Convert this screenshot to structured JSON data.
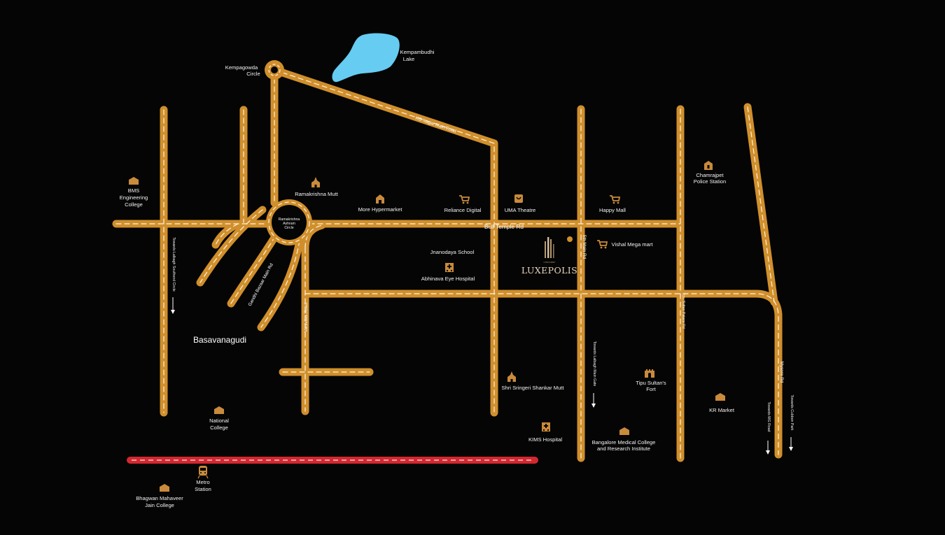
{
  "colors": {
    "background": "#050505",
    "road": "#d08f2c",
    "road_dash": "#fff3df",
    "metro_line": "#d3282f",
    "lake": "#66ccf2",
    "icon": "#c98a3c",
    "label": "#f2f2f2"
  },
  "project": {
    "name": "LUXEPOLIS",
    "developer": "CHOCOBEY"
  },
  "area": {
    "name": "Basavanagudi"
  },
  "roads": {
    "bull_temple": "Bull Temple Rd",
    "kg_nagar": "KG Nagar Main Road",
    "gandhi_bazaar": "Gandhi Bazaar Main Rd",
    "vanivilas": "Vanivilas Road",
    "fifth_main": "5th Main Rd",
    "mysore": "Mysore Rd",
    "tipu_sultan_palace": "Tipu Sultan Palace Rd",
    "ramakrishna_circle": [
      "Ramakrishna",
      "Ashram",
      "Circle"
    ]
  },
  "directions": {
    "lalbagh_south_circle": "Towards Lalbagh Southend Circle",
    "lalbagh_main_gate": "Towards Lalbagh Main Gate",
    "mg_road": "Towards MG Road",
    "cubbon_park": "Towards Cubbon Park"
  },
  "landmarks": {
    "kempagowda": [
      "Kempagowda",
      "Circle"
    ],
    "kempambudhi": [
      "Kempambudhi",
      "Lake"
    ],
    "bms": [
      "BMS",
      "Engineering",
      "College"
    ],
    "ramakrishna_mutt": "Ramakrishna Mutt",
    "more": "More Hypermarket",
    "reliance": "Reliance Digital",
    "uma": "UMA Theatre",
    "happy_mall": "Happy Mall",
    "chamrajpet": [
      "Chamrajpet",
      "Police Station"
    ],
    "vishal": "Vishal Mega mart",
    "jnanodaya": "Jnanodaya School",
    "abhinava": "Abhinava Eye Hospital",
    "sringeri": "Shri Sringeri Shankar Mutt",
    "tipu_fort": [
      "Tipu Sultan's",
      "Fort"
    ],
    "kr_market": "KR Market",
    "national_college": [
      "National",
      "College"
    ],
    "kims": "KIMS Hospital",
    "bmc": [
      "Bangalore Medical College",
      "and Research Institute"
    ],
    "metro": [
      "Metro",
      "Station"
    ],
    "mahaveer": [
      "Bhagwan Mahaveer",
      "Jain College"
    ]
  },
  "icons": {
    "college": "college-icon",
    "temple": "temple-icon",
    "shop": "shop-icon",
    "cart": "shopping-cart-icon",
    "theatre": "theatre-icon",
    "police": "police-station-icon",
    "hospital": "hospital-icon",
    "fort": "fort-icon",
    "market": "market-icon",
    "metro": "metro-train-icon",
    "project": "building-towers-icon"
  }
}
